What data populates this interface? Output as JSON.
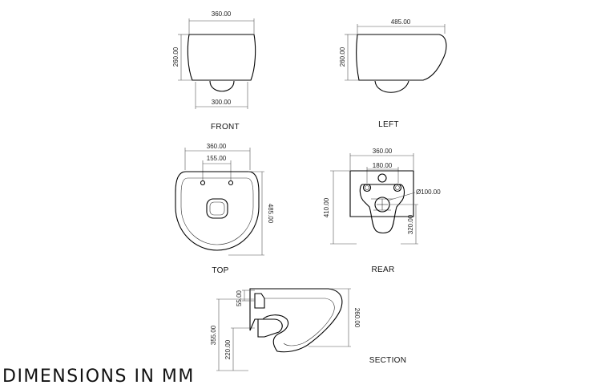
{
  "views": {
    "front": {
      "label": "FRONT",
      "width_top": "360.00",
      "height": "260.00",
      "width_bottom": "300.00"
    },
    "left": {
      "label": "LEFT",
      "length": "485.00",
      "height": "260.00"
    },
    "top": {
      "label": "TOP",
      "width": "360.00",
      "hole_spacing": "155.00",
      "length": "485.00"
    },
    "rear": {
      "label": "REAR",
      "width": "360.00",
      "bolt_spacing": "180.00",
      "outlet_diameter": "Ø100.00",
      "height": "410.00",
      "outlet_height": "320.00"
    },
    "section": {
      "label": "SECTION",
      "inlet_offset": "55.00",
      "total_height": "355.00",
      "outlet_height": "220.00",
      "bowl_height": "260.00"
    }
  },
  "footer": "DIMENSIONS IN MM",
  "colors": {
    "line": "#000000",
    "dimension": "#555555",
    "background": "#ffffff"
  }
}
